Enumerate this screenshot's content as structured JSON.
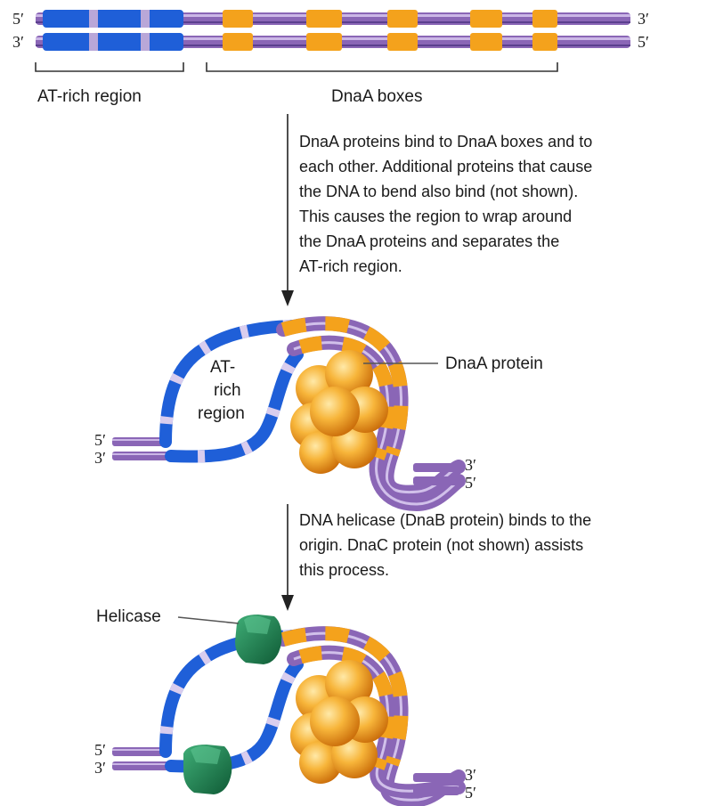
{
  "strand_labels": {
    "top_left_5": "5′",
    "top_left_3": "3′",
    "top_right_3": "3′",
    "top_right_5": "5′",
    "mid_left_5": "5′",
    "mid_left_3": "3′",
    "mid_right_3": "3′",
    "mid_right_5": "5′",
    "bot_left_5": "5′",
    "bot_left_3": "3′",
    "bot_right_3": "3′",
    "bot_right_5": "5′"
  },
  "regions": {
    "at_rich": "AT-rich region",
    "dnaa_boxes": "DnaA boxes"
  },
  "step1": {
    "lines": [
      "DnaA proteins bind to DnaA boxes and to",
      "each other. Additional proteins that cause",
      "the DNA to bend also bind (not shown).",
      "This causes the region to wrap around",
      "the DnaA proteins and separates the",
      "AT-rich region."
    ]
  },
  "stage2": {
    "at_rich_lines": [
      "AT-",
      "rich",
      "region"
    ],
    "dnaa_protein": "DnaA protein"
  },
  "step2": {
    "lines": [
      "DNA helicase (DnaB protein) binds to the",
      "origin. DnaC protein (not shown) assists",
      "this process."
    ]
  },
  "stage3": {
    "helicase": "Helicase"
  },
  "colors": {
    "backbone": "#8a66b6",
    "backbone_light": "#cbb7e6",
    "backbone_dark": "#4e3480",
    "at_rich": "#1f5fd8",
    "dnaa_box": "#f4a21c",
    "protein": "#f5a623",
    "helicase": "#1f7a4c"
  }
}
